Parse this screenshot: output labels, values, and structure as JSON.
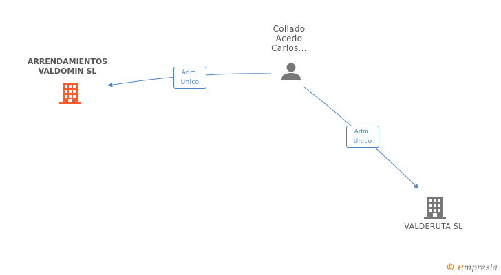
{
  "nodes": {
    "main_company": {
      "name": "ARRENDAMIENTOS VALDOMIN SL",
      "lines": [
        "ARRENDAMIENTOS",
        "VALDOMIN SL"
      ],
      "color": "#ff5a2b"
    },
    "person": {
      "lines": [
        "Collado",
        "Acedo",
        "Carlos..."
      ],
      "color": "#777777"
    },
    "other_company": {
      "name": "VALDERUTA SL",
      "color": "#777777"
    }
  },
  "edges": [
    {
      "from": "person",
      "to": "main_company",
      "label_lines": [
        "Adm.",
        "Unico"
      ]
    },
    {
      "from": "person",
      "to": "other_company",
      "label_lines": [
        "Adm.",
        "Unico"
      ]
    }
  ],
  "colors": {
    "edge": "#4a85c9"
  },
  "branding": {
    "copyright": "©",
    "logo_initial": "e",
    "logo_rest": "mpresia"
  }
}
